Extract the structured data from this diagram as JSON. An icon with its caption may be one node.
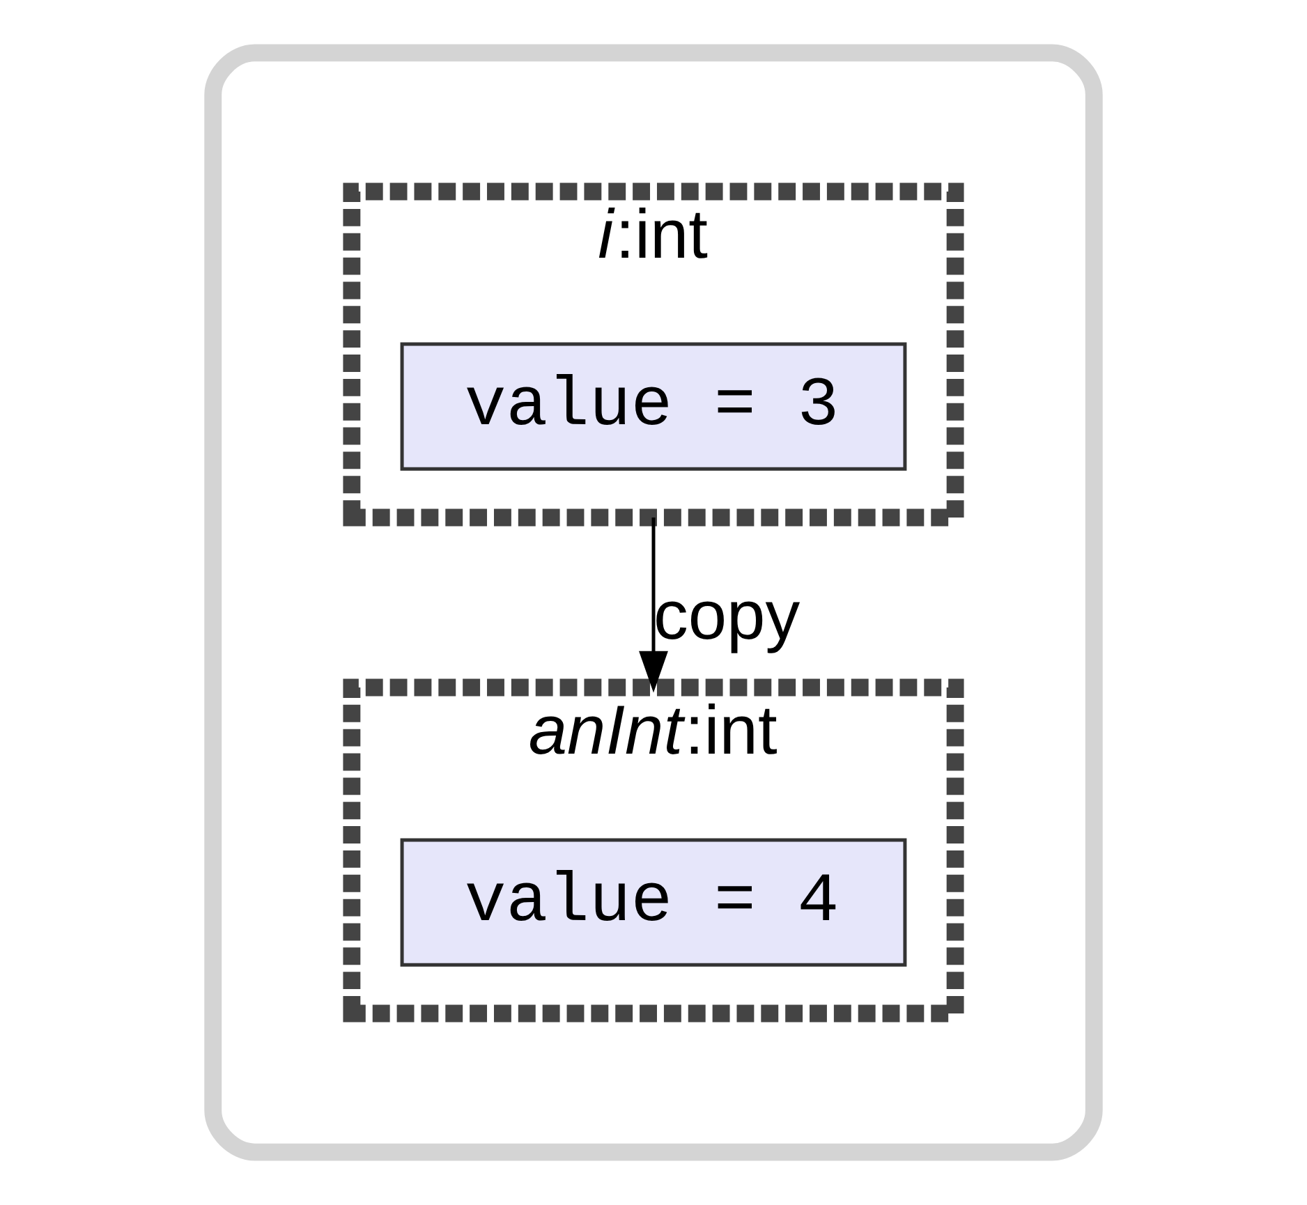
{
  "diagram": {
    "nodes": [
      {
        "text": [],
        "shape": "cloud"
      },
      {
        "text": [
          "*i*:int"
        ],
        "in": 0
      },
      {
        "text": [
          "value = 3"
        ],
        "in": 1
      },
      {
        "text": [
          "*anInt*:int"
        ],
        "in": 0
      },
      {
        "text": [
          "value = 4"
        ],
        "in": 3
      }
    ],
    "edges": [
      {
        "from": 1,
        "to": 3,
        "arrow": "to",
        "label": "copy"
      }
    ]
  }
}
